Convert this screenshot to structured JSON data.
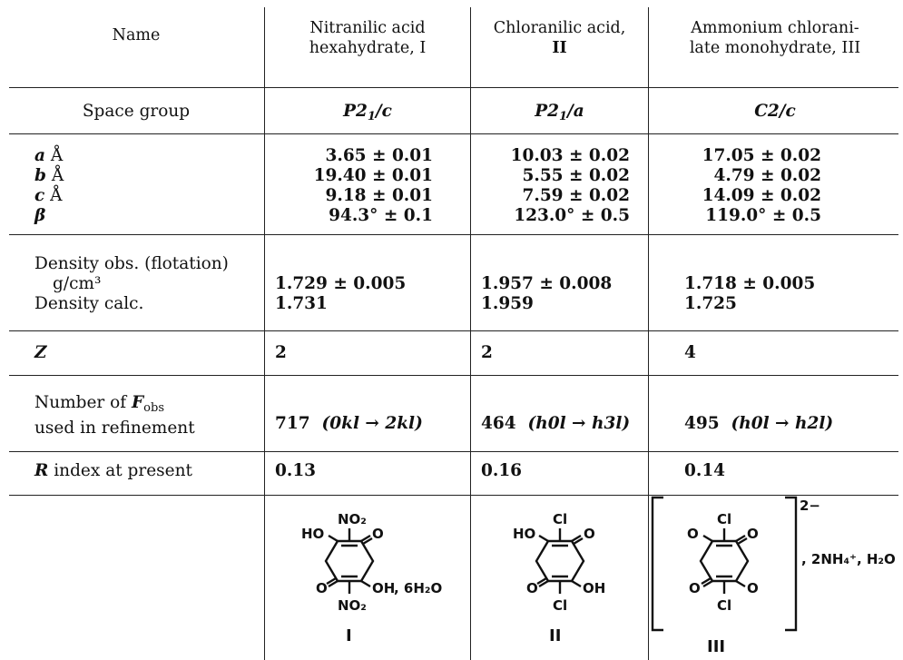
{
  "table": {
    "header": {
      "name": "Name",
      "col1": [
        "Nitranilic acid",
        "hexahydrate, I"
      ],
      "col2": [
        "Chloranilic acid,",
        "II"
      ],
      "col3": [
        "Ammonium chlorani-",
        "late monohydrate, III"
      ]
    },
    "space_group": {
      "label": "Space group",
      "values": [
        {
          "pre": "P2",
          "sub": "1",
          "post": "/c"
        },
        {
          "pre": "P2",
          "sub": "1",
          "post": "/a"
        },
        {
          "pre": "C2/c",
          "sub": "",
          "post": ""
        }
      ]
    },
    "cell": {
      "labels": [
        {
          "sym": "a",
          "unit": "Å"
        },
        {
          "sym": "b",
          "unit": "Å"
        },
        {
          "sym": "c",
          "unit": "Å"
        },
        {
          "sym": "β",
          "unit": ""
        }
      ],
      "values": [
        [
          "3.65 ± 0.01",
          "19.40 ± 0.01",
          "9.18 ± 0.01",
          "94.3° ± 0.1"
        ],
        [
          "10.03 ± 0.02",
          "5.55 ± 0.02",
          "7.59 ± 0.02",
          "123.0° ± 0.5"
        ],
        [
          "17.05 ± 0.02",
          "4.79 ± 0.02",
          "14.09 ± 0.02",
          "119.0° ± 0.5"
        ]
      ]
    },
    "density": {
      "obs_label": "Density obs. (flotation)",
      "obs_unit": "g/cm³",
      "calc_label": "Density calc.",
      "obs": [
        "1.729 ± 0.005",
        "1.957 ± 0.008",
        "1.718 ± 0.005"
      ],
      "calc": [
        "1.731",
        "1.959",
        "1.725"
      ]
    },
    "z": {
      "label": "Z",
      "values": [
        "2",
        "2",
        "4"
      ]
    },
    "fobs": {
      "label_pre": "Number of ",
      "label_sym": "F",
      "label_sub": "obs",
      "label_line2": "used in refinement",
      "values": [
        {
          "count": "717",
          "range": "(0kl → 2kl)"
        },
        {
          "count": "464",
          "range": "(h0l → h3l)"
        },
        {
          "count": "495",
          "range": "(h0l → h2l)"
        }
      ]
    },
    "r_index": {
      "label_sym": "R",
      "label_rest": " index at present",
      "values": [
        "0.13",
        "0.16",
        "0.14"
      ]
    },
    "structures": {
      "I": {
        "top": "NO₂",
        "bottom": "NO₂",
        "ho": "HO",
        "o1": "O",
        "o2": "O",
        "oh": "OH",
        "water": ", 6H₂O",
        "numeral": "I"
      },
      "II": {
        "top": "Cl",
        "bottom": "Cl",
        "ho": "HO",
        "o1": "O",
        "o2": "O",
        "oh": "OH",
        "numeral": "II"
      },
      "III": {
        "top": "Cl",
        "bottom": "Cl",
        "o1": "O",
        "o2": "O",
        "o3": "O",
        "o4": "O",
        "charge": "2−",
        "ions": ",  2NH₄⁺, H₂O",
        "numeral": "III"
      }
    }
  }
}
